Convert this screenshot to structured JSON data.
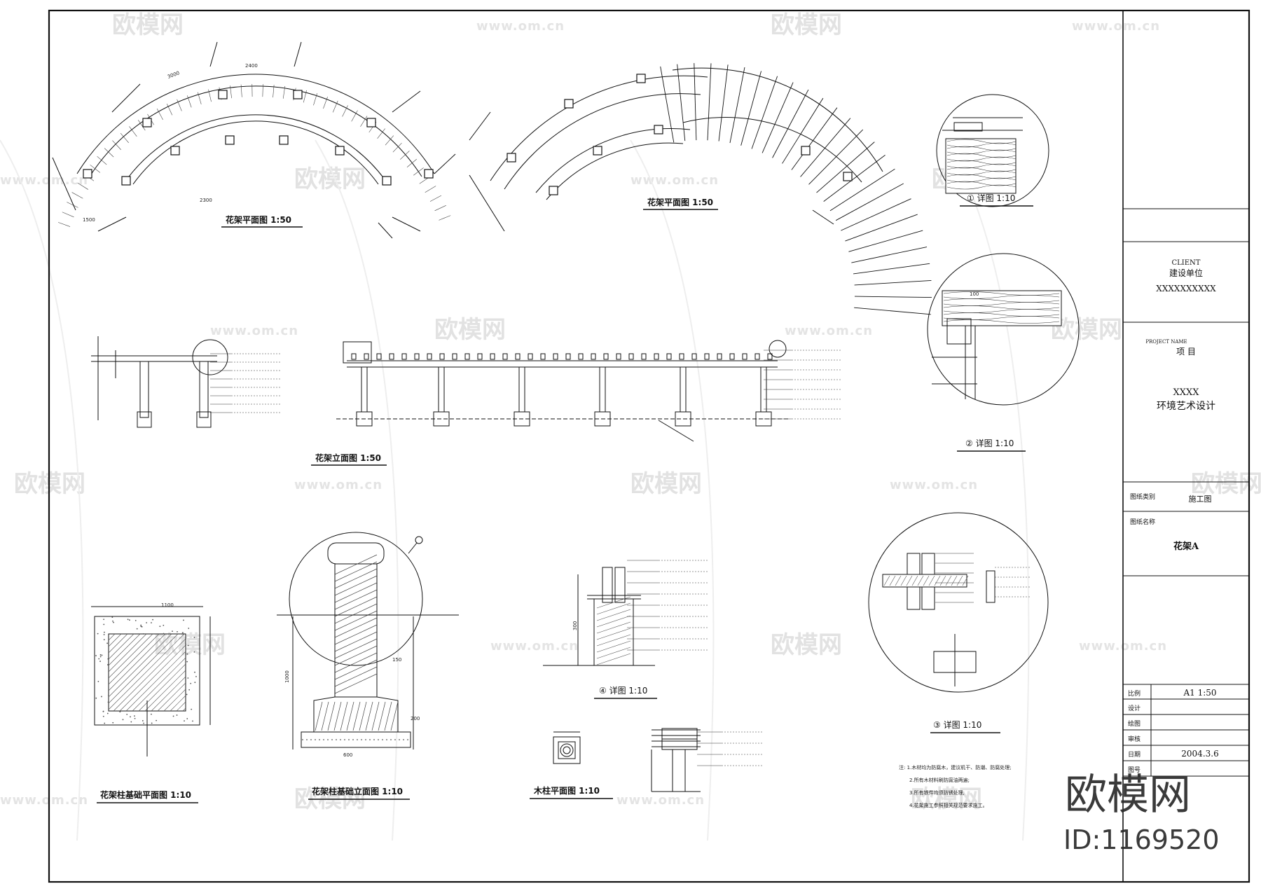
{
  "drawing": {
    "views": {
      "plan_a": "花架平面图 1:50",
      "plan_b": "花架平面图 1:50",
      "detail_1": "① 详图 1:10",
      "detail_2": "② 详图 1:10",
      "elevation": "花架立面图 1:50",
      "foundation_plan": "花架柱基础平面图 1:10",
      "foundation_elevation": "花架柱基础立面图 1:10",
      "detail_4": "④ 详图 1:10",
      "post_plan": "木柱平面图 1:10",
      "detail_3": "③ 详图 1:10"
    },
    "notes": [
      "注: 1.木材均为防腐木，建议机干、防潮、防腐处理;",
      "2.所有木材料刷防腐油两遍;",
      "3.所有铁件均须防锈处理;",
      "4.花架施工参照相关规范要求施工。"
    ],
    "dims": [
      "3000",
      "2400",
      "2300",
      "1500",
      "150",
      "200",
      "600",
      "1000",
      "1100",
      "100",
      "300"
    ]
  },
  "title_block": {
    "client_en": "CLIENT",
    "client_label": "建设单位",
    "client_value": "XXXXXXXXXX",
    "project_en": "PROJECT NAME",
    "project_label": "项 目",
    "project_name_1": "XXXX",
    "project_name_2": "环境艺术设计",
    "category_label": "图纸类别",
    "category_value": "施工图",
    "drawing_name_label": "图纸名称",
    "drawing_name": "花架A",
    "scale_label": "比例",
    "scale_value": "A1 1:50",
    "design_label": "设计",
    "drawn_label": "绘图",
    "check_label": "审核",
    "date_label": "日期",
    "date_value": "2004.3.6",
    "sheet_label": "图号"
  },
  "watermark": {
    "brand": "欧模网",
    "url": "www.om.cn",
    "id_text": "ID:1169520"
  }
}
